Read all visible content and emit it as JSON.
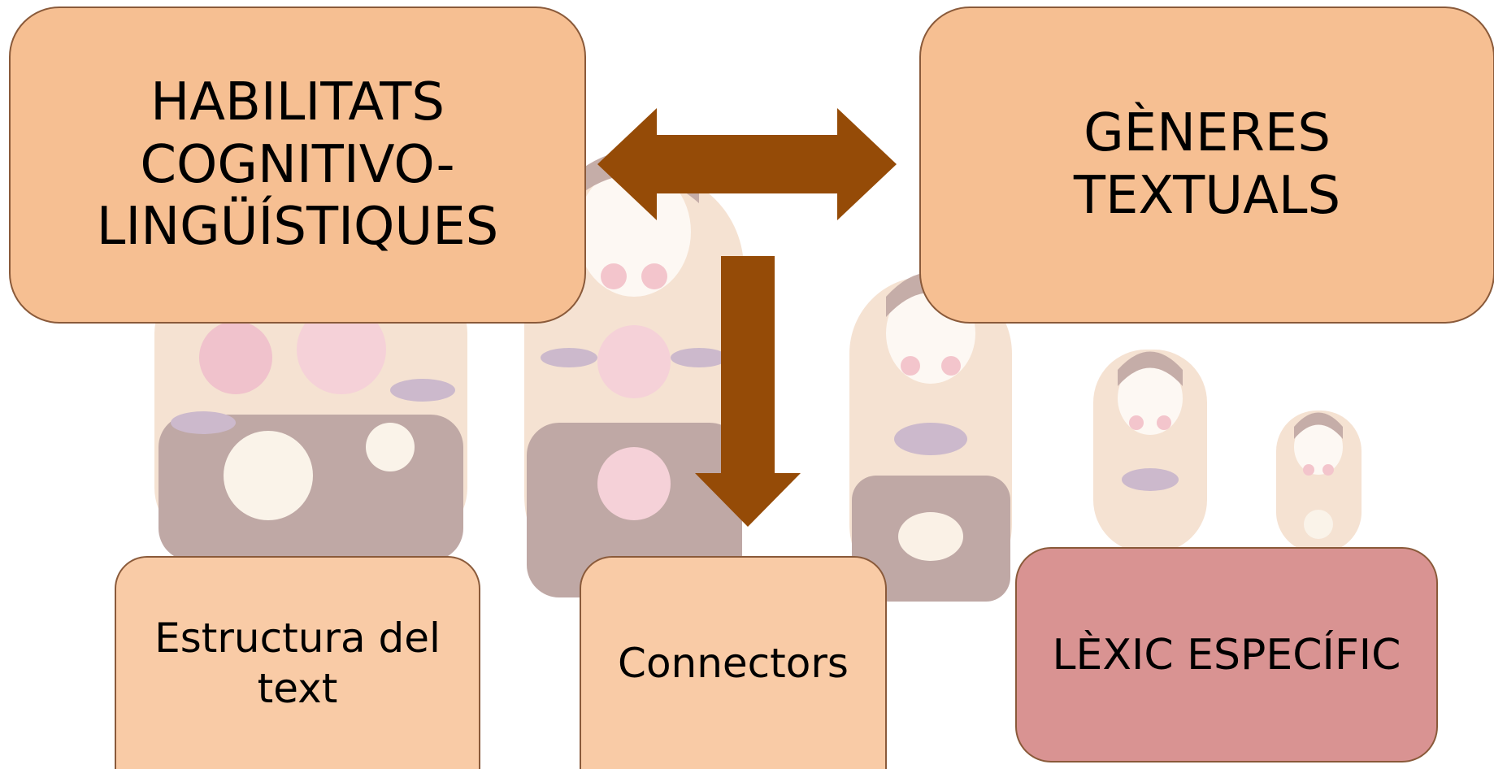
{
  "boxes": {
    "habilitats": "HABILITATS\nCOGNITIVO-\nLINGÜÍSTIQUES",
    "generes": "GÈNERES\nTEXTUALS",
    "estructura": "Estructura del\ntext",
    "connectors": "Connectors",
    "lexic": "LÈXIC ESPECÍFIC"
  },
  "colors": {
    "box_orange": "#f6bf92",
    "box_light": "#f9cba6",
    "box_pink": "#d99392",
    "arrow": "#954b07"
  },
  "background_image": "matryoshka-dolls"
}
